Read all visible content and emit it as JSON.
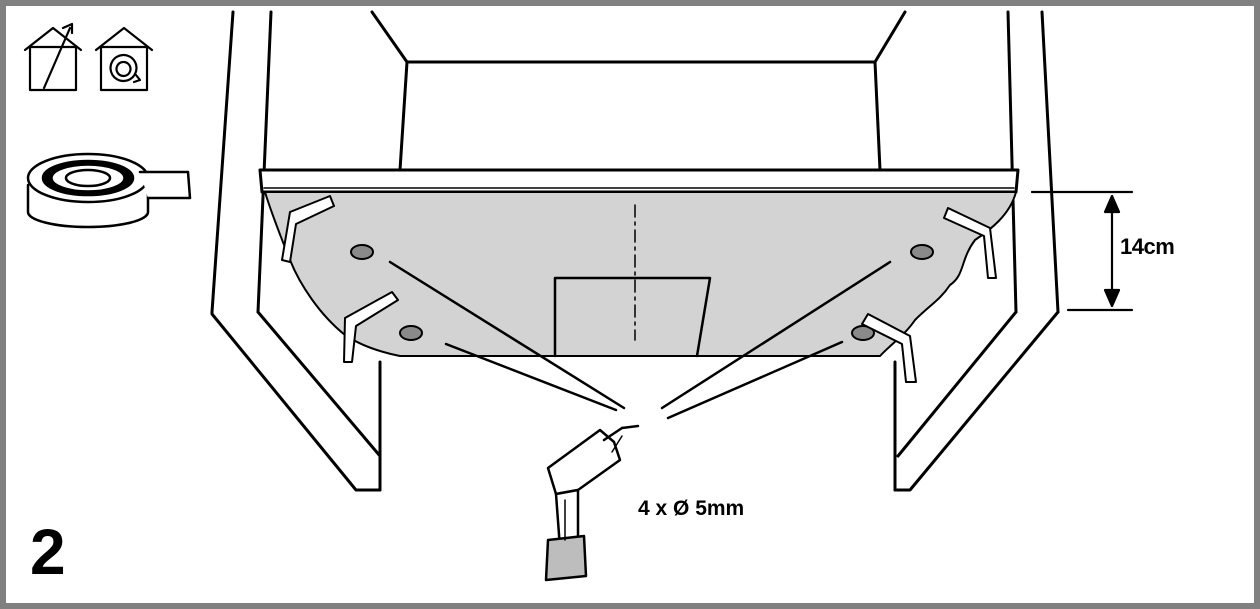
{
  "step_number": "2",
  "dimension_label": "14cm",
  "hole_spec": "4 x Ø 5mm",
  "icons": [
    "house-extraction-icon",
    "house-recirculation-icon",
    "sealing-tape-icon",
    "drill-icon"
  ],
  "colors": {
    "frame": "#808080",
    "line": "#000000",
    "sheet": "#d3d3d3"
  }
}
